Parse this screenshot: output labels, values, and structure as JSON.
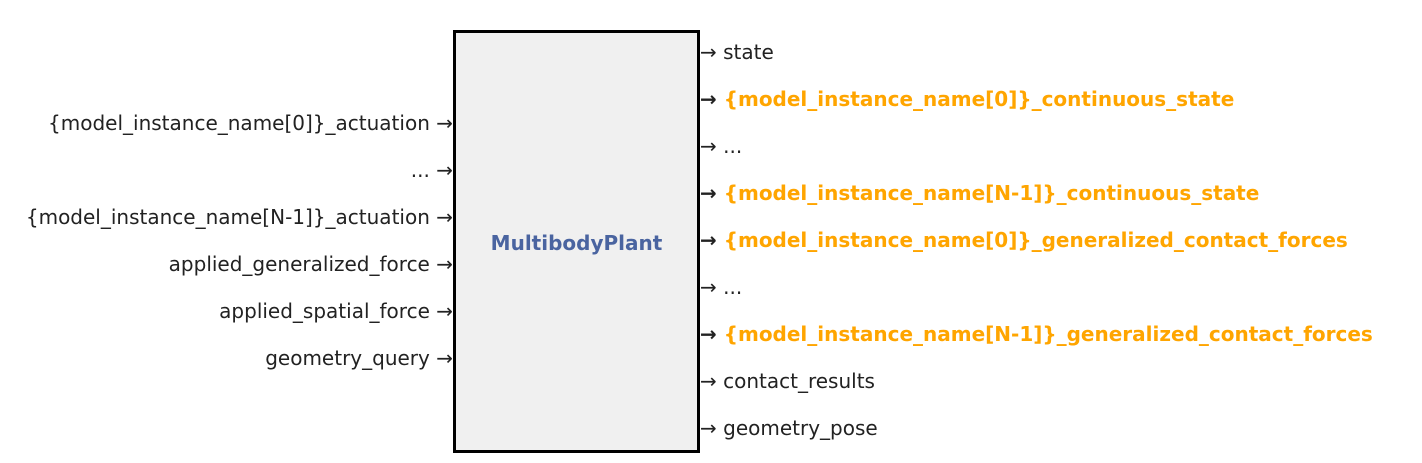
{
  "system": {
    "name": "MultibodyPlant",
    "title_color": "#4a64a0",
    "fill_color": "#f0f0f0",
    "border_color": "#000000"
  },
  "arrow_glyph": "→",
  "highlight_color": "#ffa500",
  "input_ports": [
    {
      "label": "{model_instance_name[0]}_actuation",
      "highlight": false
    },
    {
      "label": "...",
      "highlight": false
    },
    {
      "label": "{model_instance_name[N-1]}_actuation",
      "highlight": false
    },
    {
      "label": "applied_generalized_force",
      "highlight": false
    },
    {
      "label": "applied_spatial_force",
      "highlight": false
    },
    {
      "label": "geometry_query",
      "highlight": false
    }
  ],
  "output_ports": [
    {
      "label": "state",
      "highlight": false
    },
    {
      "label": "{model_instance_name[0]}_continuous_state",
      "highlight": true
    },
    {
      "label": "...",
      "highlight": false
    },
    {
      "label": "{model_instance_name[N-1]}_continuous_state",
      "highlight": true
    },
    {
      "label": "{model_instance_name[0]}_generalized_contact_forces",
      "highlight": true
    },
    {
      "label": "...",
      "highlight": false
    },
    {
      "label": "{model_instance_name[N-1]}_generalized_contact_forces",
      "highlight": true
    },
    {
      "label": "contact_results",
      "highlight": false
    },
    {
      "label": "geometry_pose",
      "highlight": false
    }
  ]
}
